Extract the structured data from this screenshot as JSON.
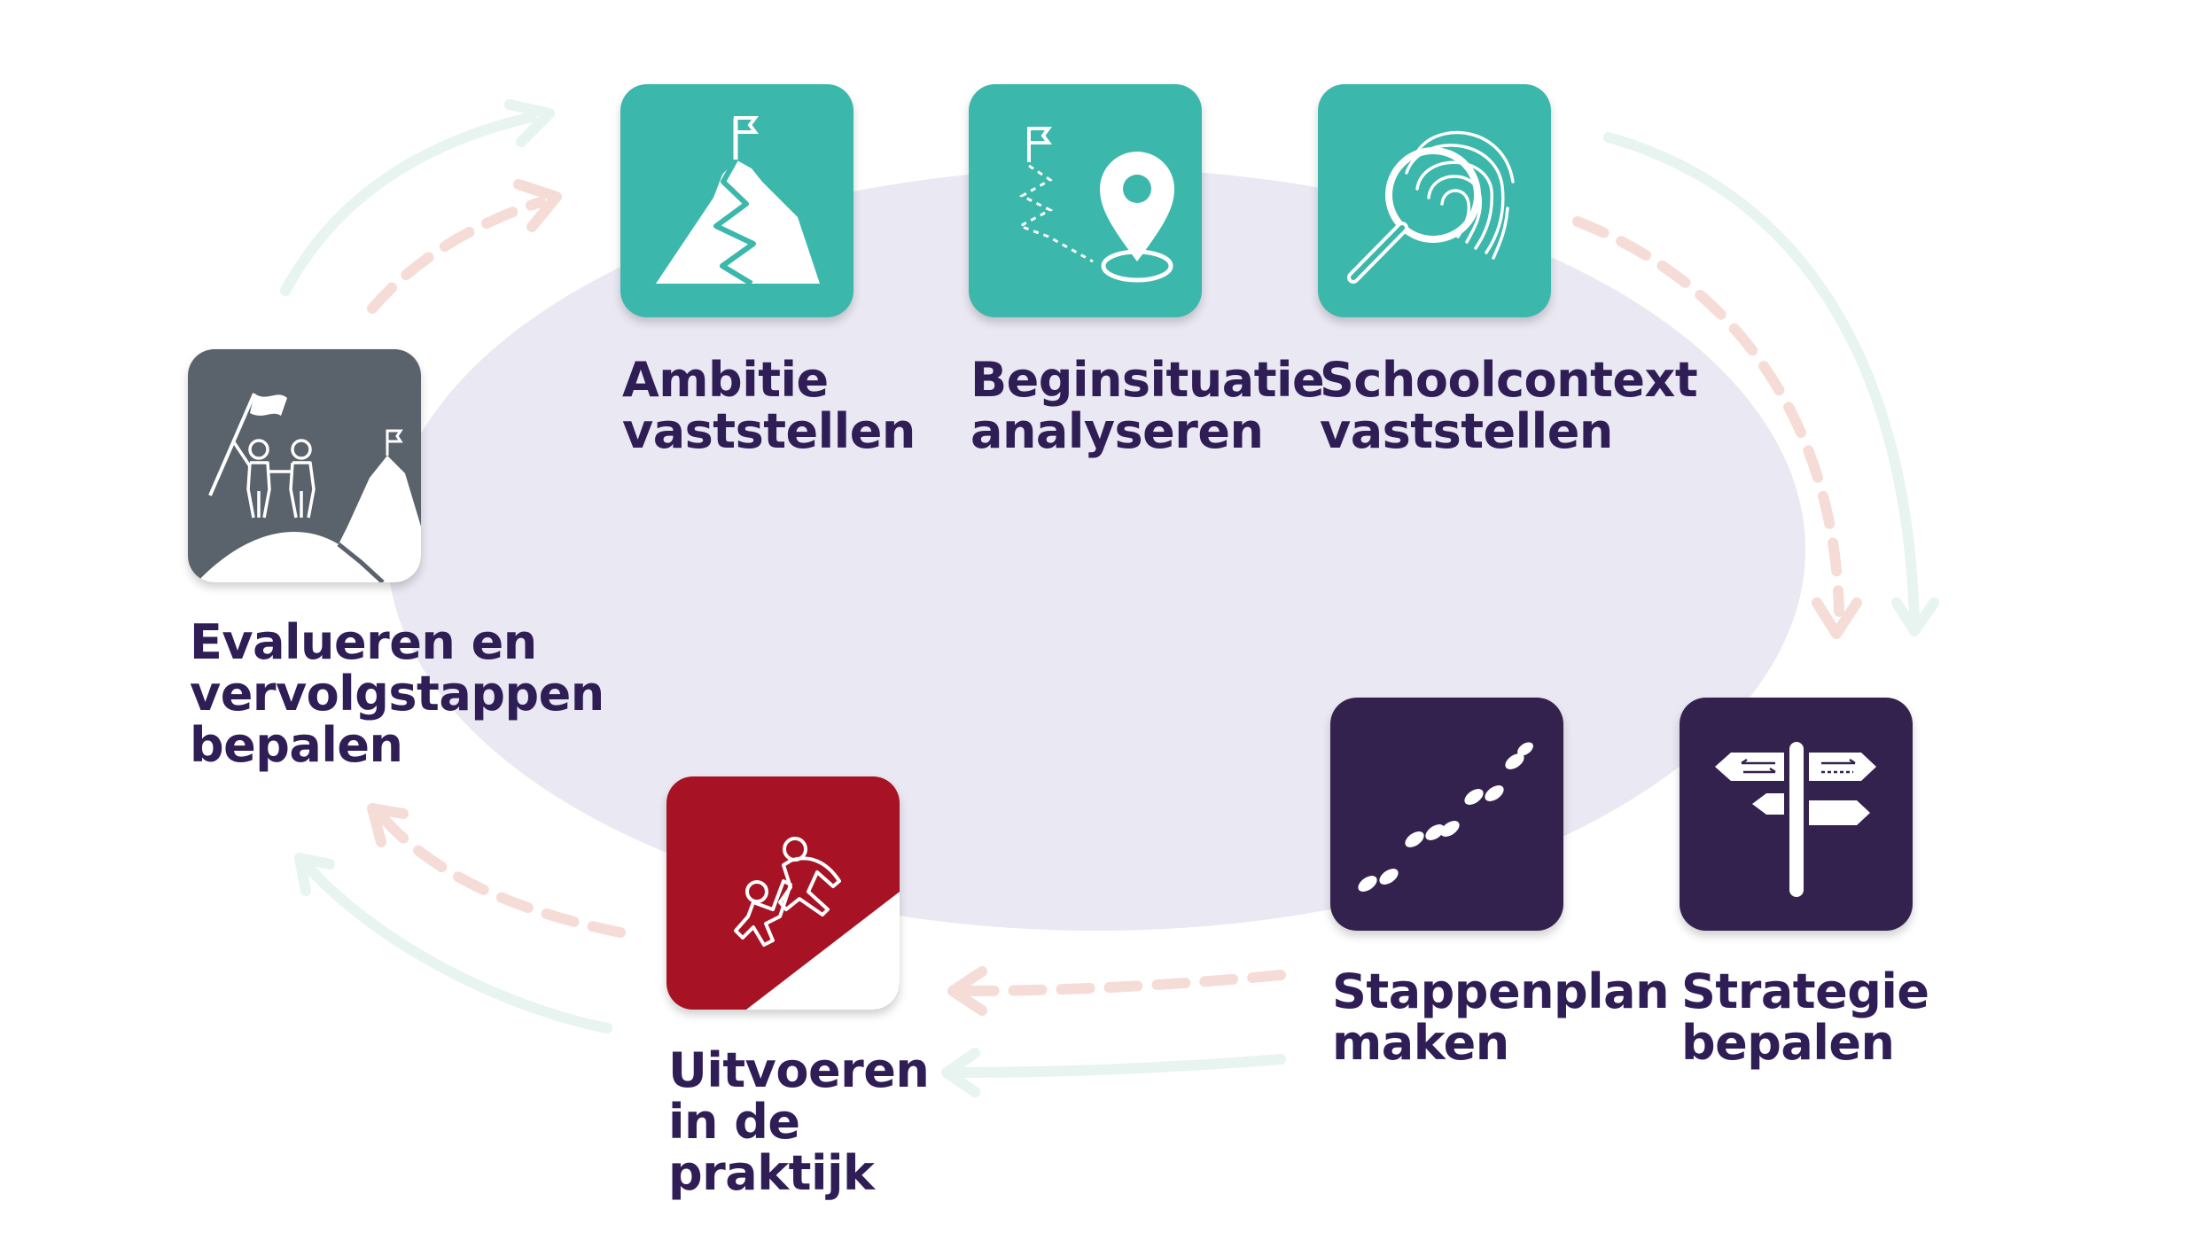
{
  "colors": {
    "teal": "#3bb7ab",
    "slate": "#5a626c",
    "red": "#a71324",
    "purple": "#34224e",
    "label": "#2f1d56",
    "ellipse": "#eae8f2",
    "arrow_green": "#e8f4ef",
    "arrow_pink": "#f6dcd6"
  },
  "steps": [
    {
      "id": "ambitie",
      "icon": "mountain-flag-icon",
      "lines": [
        "Ambitie",
        "vaststellen"
      ]
    },
    {
      "id": "beginsituatie",
      "icon": "map-pin-route-icon",
      "lines": [
        "Beginsituatie",
        "analyseren"
      ]
    },
    {
      "id": "schoolcontext",
      "icon": "fingerprint-magnifier-icon",
      "lines": [
        "Schoolcontext",
        "vaststellen"
      ]
    },
    {
      "id": "strategie",
      "icon": "signpost-icon",
      "lines": [
        "Strategie",
        "bepalen"
      ]
    },
    {
      "id": "stappenplan",
      "icon": "footsteps-icon",
      "lines": [
        "Stappenplan",
        "maken"
      ]
    },
    {
      "id": "uitvoeren",
      "icon": "climbers-icon",
      "lines": [
        "Uitvoeren",
        "in de",
        "praktijk"
      ]
    },
    {
      "id": "evalueren",
      "icon": "summit-team-icon",
      "lines": [
        "Evalueren en",
        "vervolgstappen",
        "bepalen"
      ]
    }
  ]
}
